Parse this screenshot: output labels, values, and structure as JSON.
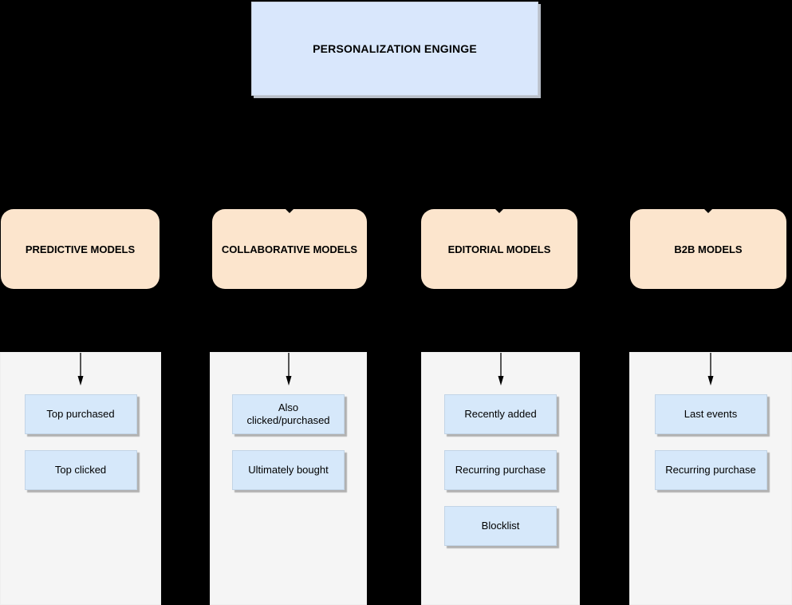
{
  "diagram": {
    "engine": {
      "label": "PERSONALIZATION ENGINGE"
    },
    "columns": [
      {
        "title": "PREDICTIVE MODELS",
        "items": [
          "Top purchased",
          "Top clicked"
        ]
      },
      {
        "title": "COLLABORATIVE MODELS",
        "items": [
          "Also clicked/purchased",
          "Ultimately bought"
        ]
      },
      {
        "title": "EDITORIAL MODELS",
        "items": [
          "Recently added",
          "Recurring purchase",
          "Blocklist"
        ]
      },
      {
        "title": "B2B MODELS",
        "items": [
          "Last events",
          "Recurring purchase"
        ]
      }
    ],
    "colors": {
      "background": "#000000",
      "engine_fill": "#d9e7fc",
      "engine_border": "#c5cdd9",
      "model_fill": "#fce5cd",
      "container_fill": "#f5f5f5",
      "item_fill": "#d6e8fa",
      "item_border": "#c2d4e6",
      "connector": "#000000"
    }
  }
}
